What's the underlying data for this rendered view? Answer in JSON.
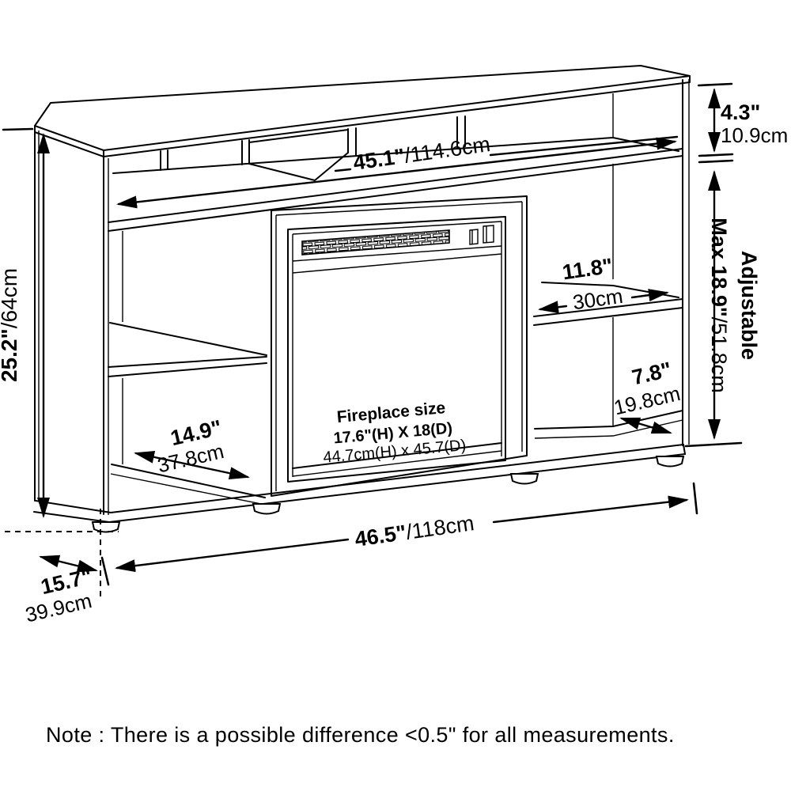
{
  "colors": {
    "line": "#000000",
    "background": "#ffffff"
  },
  "dimensions": {
    "top_gap": {
      "inches": "4.3\"",
      "cm": "10.9cm"
    },
    "shelf_width": {
      "inches": "45.1\"",
      "cm": "/114.6cm"
    },
    "overall_height": {
      "inches": "25.2\"",
      "cm": "/64cm"
    },
    "adjustable": {
      "word": "Adjustable",
      "inches": "Max 18.9\"",
      "cm": "/51.8cm"
    },
    "right_shelf_width": {
      "inches": "11.8\"",
      "cm": "30cm"
    },
    "right_shelf_depth": {
      "inches": "7.8\"",
      "cm": "19.8cm"
    },
    "left_shelf_width": {
      "inches": "14.9\"",
      "cm": "37.8cm"
    },
    "overall_width": {
      "inches": "46.5\"",
      "cm": "/118cm"
    },
    "side_depth": {
      "inches": "15.7\"",
      "cm": "39.9cm"
    }
  },
  "fireplace": {
    "title": "Fireplace size",
    "imperial": "17.6\"(H) X 18(D)",
    "metric": "44.7cm(H) x 45.7(D)"
  },
  "note": "Note : There is a possible difference <0.5\" for all measurements."
}
